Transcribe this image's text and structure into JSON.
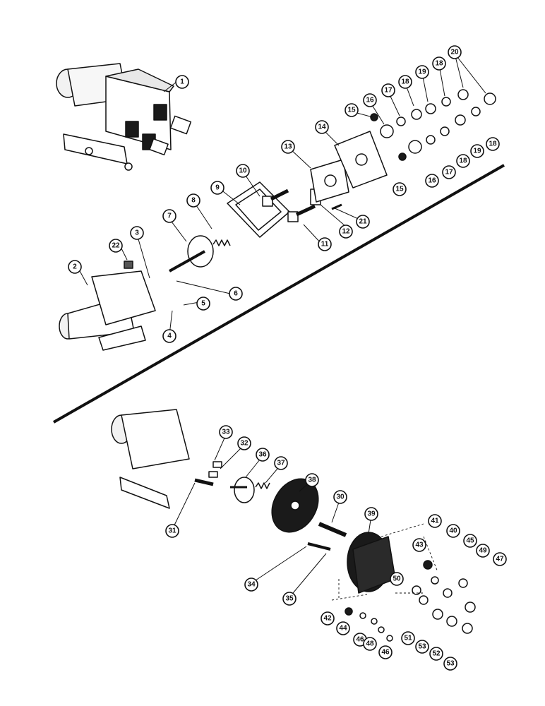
{
  "figure": {
    "kind": "exploded parts diagram",
    "callouts": {
      "c1": "1",
      "c2": "2",
      "c3": "3",
      "c4": "4",
      "c5": "5",
      "c6": "6",
      "c7": "7",
      "c8": "8",
      "c9": "9",
      "c10": "10",
      "c11": "11",
      "c12": "12",
      "c13": "13",
      "c14": "14",
      "c15a": "15",
      "c15b": "15",
      "c16a": "16",
      "c16b": "16",
      "c17a": "17",
      "c17b": "17",
      "c18a": "18",
      "c18b": "18",
      "c18c": "18",
      "c18d": "18",
      "c19a": "19",
      "c19b": "19",
      "c20": "20",
      "c21": "21",
      "c22": "22",
      "c30": "30",
      "c31": "31",
      "c32": "32",
      "c33": "33",
      "c34": "34",
      "c35": "35",
      "c36": "36",
      "c37": "37",
      "c38": "38",
      "c39": "39",
      "c40": "40",
      "c41": "41",
      "c42": "42",
      "c43": "43",
      "c44": "44",
      "c45": "45",
      "c46a": "46",
      "c46b": "46",
      "c47": "47",
      "c48": "48",
      "c49": "49",
      "c50": "50",
      "c51": "51",
      "c52": "52",
      "c53a": "53",
      "c53b": "53"
    },
    "colors": {
      "ink": "#111111",
      "paper": "#ffffff",
      "fill_dark": "#1a1a1a",
      "fill_light": "#f2f2f2"
    }
  }
}
